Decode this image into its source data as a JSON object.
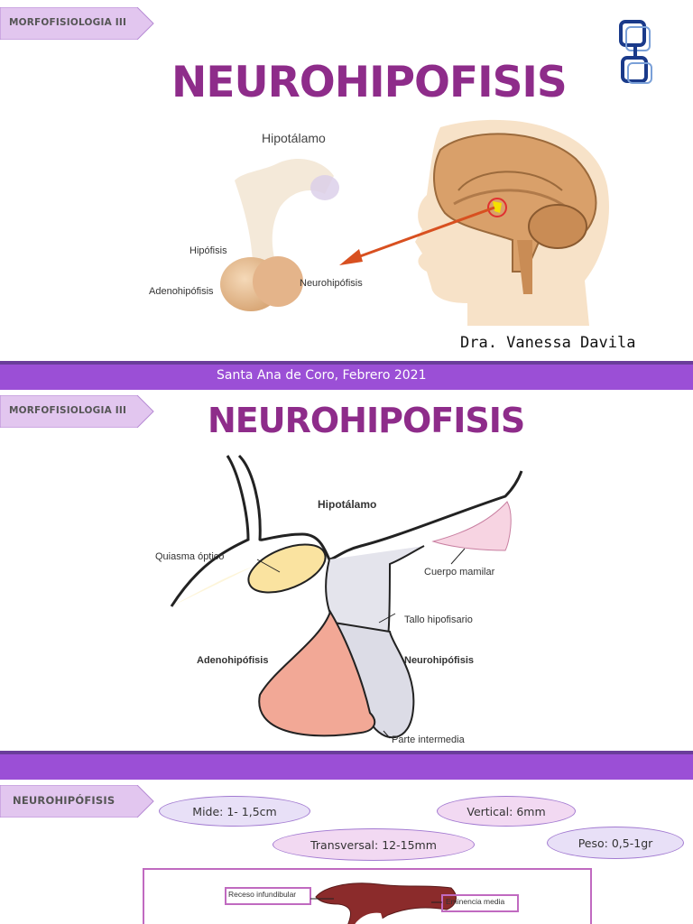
{
  "slide1": {
    "tag": "MORFOFISIOLOGIA III",
    "title": "NEUROHIPOFISIS",
    "labels": {
      "hipotalamo": "Hipotálamo",
      "hipofisis": "Hipófisis",
      "adenohipofisis": "Adenohipófisis",
      "neurohipofisis": "Neurohipófisis"
    },
    "author": "Dra. Vanessa Davila",
    "footer": "Santa Ana de Coro, Febrero 2021"
  },
  "slide2": {
    "tag": "MORFOFISIOLOGIA III",
    "title": "NEUROHIPOFISIS",
    "labels": {
      "hipotalamo": "Hipotálamo",
      "quiasma": "Quiasma óptico",
      "cuerpo": "Cuerpo mamilar",
      "tallo": "Tallo hipofisario",
      "adeno": "Adenohipófisis",
      "neuro": "Neurohipófisis",
      "parte": "Parte intermedia"
    }
  },
  "slide3": {
    "tag": "NEUROHIPÓFISIS",
    "pills": {
      "mide": "Mide: 1- 1,5cm",
      "vertical": "Vertical: 6mm",
      "transversal": "Transversal: 12-15mm",
      "peso": "Peso: 0,5-1gr"
    },
    "labels": {
      "receso": "Receso infundibular",
      "eminencia": "Eminencia media"
    }
  },
  "colors": {
    "accent": "#9b4fd6",
    "title": "#8e2c8a",
    "tag_bg": "#e2c6ef",
    "pill_bg": "#e8d7f5"
  }
}
